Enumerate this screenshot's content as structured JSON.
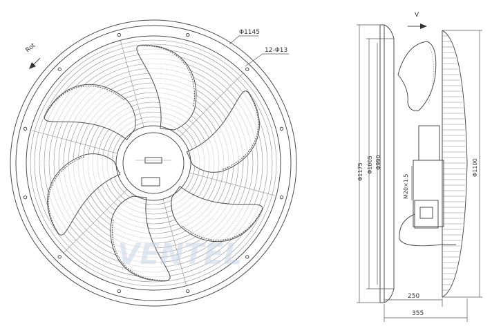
{
  "front_view": {
    "rotation_label": "Rot",
    "outer_diameter_label": "Φ1145",
    "mounting_holes_label": "12-Φ13"
  },
  "side_view": {
    "airflow_label": "V",
    "dim_1175": "Φ1175",
    "dim_1005": "Φ1005",
    "dim_990": "Φ990",
    "dim_1100": "Φ1100",
    "connection_label": "M20×1.5",
    "depth_250": "250",
    "depth_355": "355"
  },
  "watermark": {
    "text": "VENTEL"
  },
  "colors": {
    "line": "#4a4a4a",
    "watermark": "#c9d5e6"
  }
}
